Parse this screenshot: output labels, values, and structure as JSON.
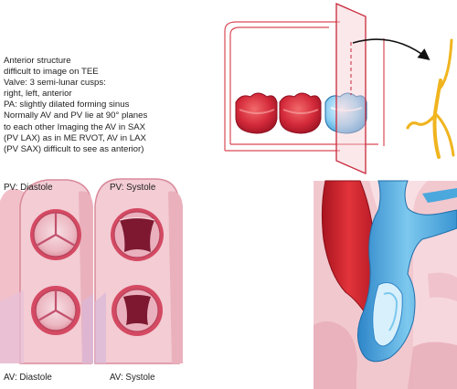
{
  "notes": [
    "Anterior structure",
    "difficult to image on TEE",
    "Valve: 3 semi-lunar cusps:",
    "right, left, anterior",
    "PA: slightly dilated forming sinus",
    "Normally AV and PV lie at 90° planes",
    "to each other Imaging the AV in SAX",
    "(PV LAX) as in ME RVOT, AV in LAX",
    "(PV SAX) difficult to see as anterior)"
  ],
  "labels": {
    "pv_diastole": "PV: Diastole",
    "pv_systole": "PV: Systole",
    "av_diastole": "AV: Diastole",
    "av_systole": "AV: Systole"
  },
  "colors": {
    "wall_pink": "#e59aa8",
    "valve_red": "#d42a3a",
    "vessel_blue": "#4aa8dd",
    "probe_yellow": "#f0b41e",
    "plane_red": "#c8283a"
  }
}
